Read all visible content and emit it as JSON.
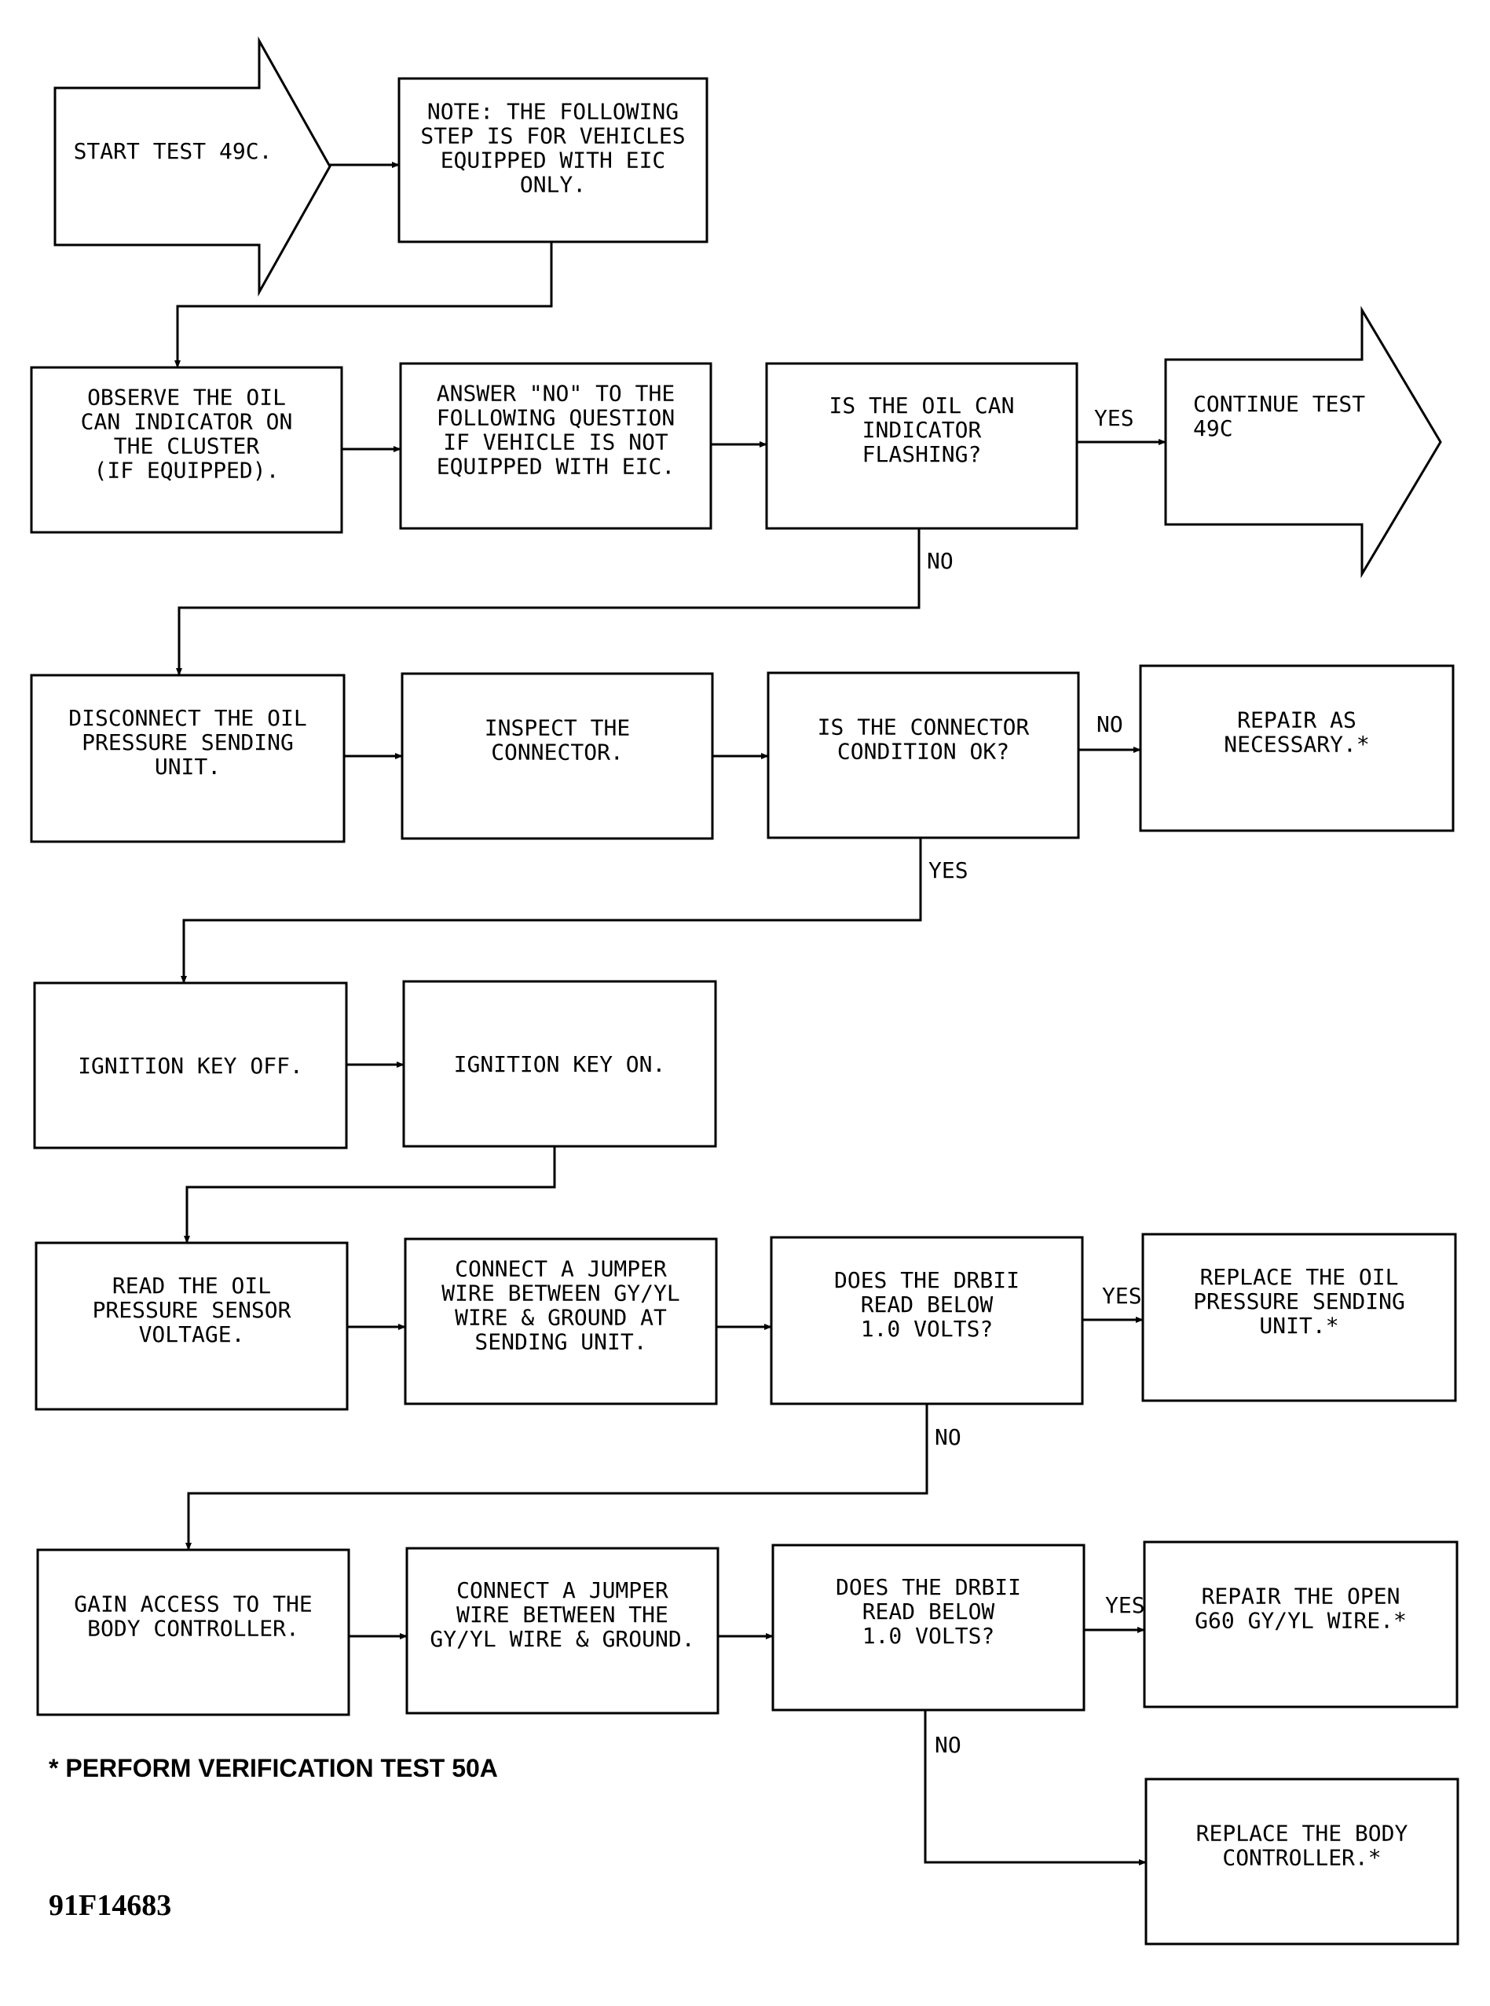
{
  "flowchart": {
    "nodes": [
      {
        "id": "start",
        "shape": "arrow",
        "lines": [
          "START TEST 49C."
        ]
      },
      {
        "id": "note",
        "shape": "box",
        "lines": [
          "NOTE:  THE FOLLOWING",
          "STEP IS FOR VEHICLES",
          "EQUIPPED WITH EIC",
          "ONLY."
        ]
      },
      {
        "id": "observe",
        "shape": "box",
        "lines": [
          "OBSERVE THE OIL",
          "CAN INDICATOR ON",
          "THE CLUSTER",
          "(IF EQUIPPED)."
        ]
      },
      {
        "id": "answer",
        "shape": "box",
        "lines": [
          "ANSWER \"NO\" TO THE",
          "FOLLOWING QUESTION",
          "IF VEHICLE IS NOT",
          "EQUIPPED WITH EIC."
        ]
      },
      {
        "id": "q-flash",
        "shape": "box",
        "lines": [
          "IS THE OIL CAN",
          "INDICATOR",
          "FLASHING?"
        ]
      },
      {
        "id": "continue",
        "shape": "arrow",
        "lines": [
          "CONTINUE TEST",
          "49C"
        ]
      },
      {
        "id": "disconnect",
        "shape": "box",
        "lines": [
          "DISCONNECT THE OIL",
          "PRESSURE SENDING",
          "UNIT."
        ]
      },
      {
        "id": "inspect",
        "shape": "box",
        "lines": [
          "INSPECT THE",
          "CONNECTOR."
        ]
      },
      {
        "id": "q-connector",
        "shape": "box",
        "lines": [
          "IS THE CONNECTOR",
          "CONDITION OK?"
        ]
      },
      {
        "id": "repair",
        "shape": "box",
        "lines": [
          "REPAIR AS",
          "NECESSARY.*"
        ]
      },
      {
        "id": "key-off",
        "shape": "box",
        "lines": [
          "IGNITION KEY OFF."
        ]
      },
      {
        "id": "key-on",
        "shape": "box",
        "lines": [
          "IGNITION KEY ON."
        ]
      },
      {
        "id": "read-voltage",
        "shape": "box",
        "lines": [
          "READ THE OIL",
          "PRESSURE SENSOR",
          "VOLTAGE."
        ]
      },
      {
        "id": "jumper-sending",
        "shape": "box",
        "lines": [
          "CONNECT A JUMPER",
          "WIRE BETWEEN GY/YL",
          "WIRE & GROUND AT",
          "SENDING UNIT."
        ]
      },
      {
        "id": "q-drbii-1",
        "shape": "box",
        "lines": [
          "DOES THE DRBII",
          "READ BELOW",
          "1.0 VOLTS?"
        ]
      },
      {
        "id": "replace-sending",
        "shape": "box",
        "lines": [
          "REPLACE THE OIL",
          "PRESSURE SENDING",
          "UNIT.*"
        ]
      },
      {
        "id": "gain-access",
        "shape": "box",
        "lines": [
          "GAIN ACCESS TO THE",
          "BODY CONTROLLER."
        ]
      },
      {
        "id": "jumper-ground",
        "shape": "box",
        "lines": [
          "CONNECT A JUMPER",
          "WIRE BETWEEN THE",
          "GY/YL WIRE & GROUND."
        ]
      },
      {
        "id": "q-drbii-2",
        "shape": "box",
        "lines": [
          "DOES THE DRBII",
          "READ BELOW",
          "1.0 VOLTS?"
        ]
      },
      {
        "id": "repair-open",
        "shape": "box",
        "lines": [
          "REPAIR THE OPEN",
          "G60 GY/YL WIRE.*"
        ]
      },
      {
        "id": "replace-body",
        "shape": "box",
        "lines": [
          "REPLACE THE BODY",
          "CONTROLLER.*"
        ]
      }
    ],
    "edges": [
      {
        "id": "e-start-note",
        "from": "start",
        "to": "note",
        "label": ""
      },
      {
        "id": "e-note-observe",
        "from": "note",
        "to": "observe",
        "label": ""
      },
      {
        "id": "e-observe-answer",
        "from": "observe",
        "to": "answer",
        "label": ""
      },
      {
        "id": "e-answer-qflash",
        "from": "answer",
        "to": "q-flash",
        "label": ""
      },
      {
        "id": "e-qflash-continue",
        "from": "q-flash",
        "to": "continue",
        "label": "YES"
      },
      {
        "id": "e-qflash-disconnect",
        "from": "q-flash",
        "to": "disconnect",
        "label": "NO"
      },
      {
        "id": "e-disconnect-inspect",
        "from": "disconnect",
        "to": "inspect",
        "label": ""
      },
      {
        "id": "e-inspect-qconn",
        "from": "inspect",
        "to": "q-connector",
        "label": ""
      },
      {
        "id": "e-qconn-repair",
        "from": "q-connector",
        "to": "repair",
        "label": "NO"
      },
      {
        "id": "e-qconn-keyoff",
        "from": "q-connector",
        "to": "key-off",
        "label": "YES"
      },
      {
        "id": "e-keyoff-keyon",
        "from": "key-off",
        "to": "key-on",
        "label": ""
      },
      {
        "id": "e-keyon-read",
        "from": "key-on",
        "to": "read-voltage",
        "label": ""
      },
      {
        "id": "e-read-jumper",
        "from": "read-voltage",
        "to": "jumper-sending",
        "label": ""
      },
      {
        "id": "e-jumper-q1",
        "from": "jumper-sending",
        "to": "q-drbii-1",
        "label": ""
      },
      {
        "id": "e-q1-replace",
        "from": "q-drbii-1",
        "to": "replace-sending",
        "label": "YES"
      },
      {
        "id": "e-q1-gain",
        "from": "q-drbii-1",
        "to": "gain-access",
        "label": "NO"
      },
      {
        "id": "e-gain-jumper2",
        "from": "gain-access",
        "to": "jumper-ground",
        "label": ""
      },
      {
        "id": "e-jumper2-q2",
        "from": "jumper-ground",
        "to": "q-drbii-2",
        "label": ""
      },
      {
        "id": "e-q2-repairopen",
        "from": "q-drbii-2",
        "to": "repair-open",
        "label": "YES"
      },
      {
        "id": "e-q2-replacebody",
        "from": "q-drbii-2",
        "to": "replace-body",
        "label": "NO"
      }
    ]
  },
  "footnote": "* PERFORM VERIFICATION TEST 50A",
  "figure_id": "91F14683"
}
